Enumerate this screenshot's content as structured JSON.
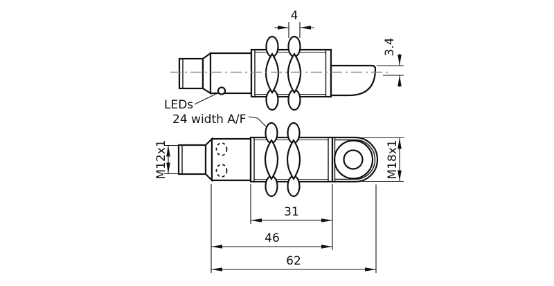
{
  "drawing": {
    "labels": {
      "leds": "LEDs",
      "nut_width_af": "24 width A/F"
    },
    "dimensions": {
      "nut_thickness": "4",
      "cable_diameter": "3.4",
      "connector_thread": "M12x1",
      "body_thread": "M18x1",
      "thread_length": "31",
      "housing_length": "46",
      "total_length": "62"
    },
    "colors": {
      "line": "#111111",
      "centerline": "#8a8a8a",
      "background": "#ffffff"
    }
  }
}
